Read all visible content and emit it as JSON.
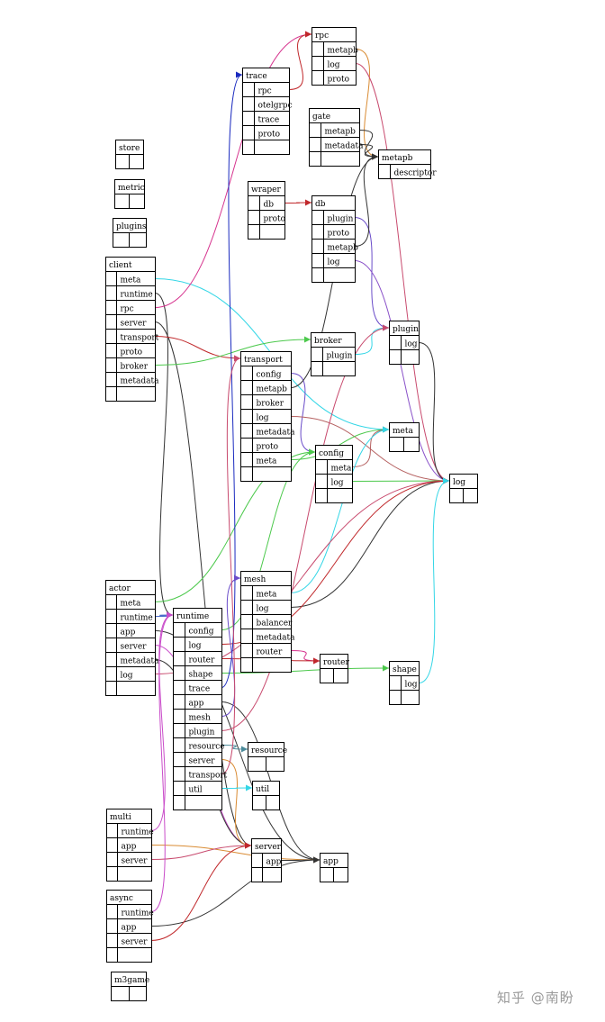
{
  "diagram": {
    "nodes": [
      {
        "id": "rpc",
        "title": "rpc",
        "fields": [
          "metapb",
          "log",
          "proto"
        ]
      },
      {
        "id": "trace",
        "title": "trace",
        "fields": [
          "rpc",
          "otelgrpc",
          "trace",
          "proto",
          ""
        ]
      },
      {
        "id": "gate",
        "title": "gate",
        "fields": [
          "metapb",
          "metadata",
          ""
        ]
      },
      {
        "id": "metapb",
        "title": "metapb",
        "fields": [
          "descriptor"
        ]
      },
      {
        "id": "store",
        "title": "store",
        "fields": [
          ""
        ]
      },
      {
        "id": "metric",
        "title": "metric",
        "fields": [
          ""
        ]
      },
      {
        "id": "plugins",
        "title": "plugins",
        "fields": [
          ""
        ]
      },
      {
        "id": "wraper",
        "title": "wraper",
        "fields": [
          "db",
          "proto",
          ""
        ]
      },
      {
        "id": "db",
        "title": "db",
        "fields": [
          "plugin",
          "proto",
          "metapb",
          "log",
          ""
        ]
      },
      {
        "id": "client",
        "title": "client",
        "fields": [
          "meta",
          "runtime",
          "rpc",
          "server",
          "transport",
          "proto",
          "broker",
          "metadata",
          ""
        ]
      },
      {
        "id": "plugin",
        "title": "plugin",
        "fields": [
          "log",
          ""
        ]
      },
      {
        "id": "broker",
        "title": "broker",
        "fields": [
          "plugin",
          ""
        ]
      },
      {
        "id": "transport",
        "title": "transport",
        "fields": [
          "config",
          "metapb",
          "broker",
          "log",
          "metadata",
          "proto",
          "meta",
          ""
        ]
      },
      {
        "id": "meta",
        "title": "meta",
        "fields": [
          ""
        ]
      },
      {
        "id": "config",
        "title": "config",
        "fields": [
          "meta",
          "log",
          ""
        ]
      },
      {
        "id": "log",
        "title": "log",
        "fields": [
          ""
        ]
      },
      {
        "id": "mesh",
        "title": "mesh",
        "fields": [
          "meta",
          "log",
          "balancer",
          "metadata",
          "router",
          ""
        ]
      },
      {
        "id": "router",
        "title": "router",
        "fields": [
          ""
        ]
      },
      {
        "id": "actor",
        "title": "actor",
        "fields": [
          "meta",
          "runtime",
          "app",
          "server",
          "metadata",
          "log",
          ""
        ]
      },
      {
        "id": "runtime",
        "title": "runtime",
        "fields": [
          "config",
          "log",
          "router",
          "shape",
          "trace",
          "app",
          "mesh",
          "plugin",
          "resource",
          "server",
          "transport",
          "util",
          ""
        ]
      },
      {
        "id": "shape",
        "title": "shape",
        "fields": [
          "log",
          ""
        ]
      },
      {
        "id": "resource",
        "title": "resource",
        "fields": [
          ""
        ]
      },
      {
        "id": "util",
        "title": "util",
        "fields": [
          ""
        ]
      },
      {
        "id": "multi",
        "title": "multi",
        "fields": [
          "runtime",
          "app",
          "server",
          ""
        ]
      },
      {
        "id": "server",
        "title": "server",
        "fields": [
          "app",
          ""
        ]
      },
      {
        "id": "app",
        "title": "app",
        "fields": [
          ""
        ]
      },
      {
        "id": "async",
        "title": "async",
        "fields": [
          "runtime",
          "app",
          "server",
          ""
        ]
      },
      {
        "id": "m3game",
        "title": "m3game",
        "fields": [
          ""
        ]
      }
    ],
    "edges": [
      {
        "from": "client.meta",
        "to": "meta",
        "color": "#33d6e6"
      },
      {
        "from": "client.runtime",
        "to": "runtime",
        "color": "#333333"
      },
      {
        "from": "client.rpc",
        "to": "rpc",
        "color": "#d6338e"
      },
      {
        "from": "client.server",
        "to": "server",
        "color": "#333333"
      },
      {
        "from": "client.transport",
        "to": "transport",
        "color": "#c0282b"
      },
      {
        "from": "client.broker",
        "to": "broker",
        "color": "#4cc94c"
      },
      {
        "from": "rpc.metapb",
        "to": "metapb",
        "color": "#d98b33"
      },
      {
        "from": "rpc.log",
        "to": "log",
        "color": "#c84a6e"
      },
      {
        "from": "trace.rpc",
        "to": "rpc",
        "color": "#c0282b"
      },
      {
        "from": "gate.metapb",
        "to": "metapb",
        "color": "#333333"
      },
      {
        "from": "gate.metadata",
        "to": "metapb",
        "color": "#333333"
      },
      {
        "from": "wraper.db",
        "to": "db",
        "color": "#c0282b"
      },
      {
        "from": "db.plugin",
        "to": "plugin",
        "color": "#6a4cc9"
      },
      {
        "from": "db.metapb",
        "to": "metapb",
        "color": "#333333"
      },
      {
        "from": "db.log",
        "to": "log",
        "color": "#8a52c9"
      },
      {
        "from": "plugin.log",
        "to": "log",
        "color": "#333333"
      },
      {
        "from": "broker.plugin",
        "to": "plugin",
        "color": "#33d6e6"
      },
      {
        "from": "transport.config",
        "to": "config",
        "color": "#6a4cc9"
      },
      {
        "from": "transport.metapb",
        "to": "metapb",
        "color": "#333333"
      },
      {
        "from": "transport.log",
        "to": "log",
        "color": "#b56060"
      },
      {
        "from": "transport.meta",
        "to": "meta",
        "color": "#4cc94c"
      },
      {
        "from": "config.meta",
        "to": "meta",
        "color": "#b56060"
      },
      {
        "from": "config.log",
        "to": "log",
        "color": "#4cc94c"
      },
      {
        "from": "mesh.meta",
        "to": "meta",
        "color": "#33d6e6"
      },
      {
        "from": "mesh.log",
        "to": "log",
        "color": "#333333"
      },
      {
        "from": "mesh.router",
        "to": "router",
        "color": "#d6338e"
      },
      {
        "from": "actor.meta",
        "to": "config",
        "color": "#4cc94c"
      },
      {
        "from": "actor.runtime",
        "to": "runtime",
        "color": "#4a6ac9"
      },
      {
        "from": "actor.app",
        "to": "app",
        "color": "#333333"
      },
      {
        "from": "actor.server",
        "to": "server",
        "color": "#c94cc9"
      },
      {
        "from": "actor.metadata",
        "to": "server",
        "color": "#333333"
      },
      {
        "from": "actor.log",
        "to": "log",
        "color": "#c84a6e"
      },
      {
        "from": "runtime.config",
        "to": "config",
        "color": "#4cc94c"
      },
      {
        "from": "runtime.log",
        "to": "log",
        "color": "#c0282b"
      },
      {
        "from": "runtime.router",
        "to": "router",
        "color": "#c0282b"
      },
      {
        "from": "runtime.shape",
        "to": "shape",
        "color": "#4cc94c"
      },
      {
        "from": "runtime.trace",
        "to": "trace",
        "color": "#1a2abf"
      },
      {
        "from": "runtime.app",
        "to": "app",
        "color": "#333333"
      },
      {
        "from": "runtime.mesh",
        "to": "mesh",
        "color": "#6a4cc9"
      },
      {
        "from": "runtime.plugin",
        "to": "plugin",
        "color": "#c84a6e"
      },
      {
        "from": "runtime.resource",
        "to": "resource",
        "color": "#4a8a9a"
      },
      {
        "from": "runtime.server",
        "to": "server",
        "color": "#d98b33"
      },
      {
        "from": "runtime.transport",
        "to": "transport",
        "color": "#c84a6e"
      },
      {
        "from": "runtime.util",
        "to": "util",
        "color": "#33d6e6"
      },
      {
        "from": "shape.log",
        "to": "log",
        "color": "#33d6e6"
      },
      {
        "from": "multi.runtime",
        "to": "runtime",
        "color": "#c94cc9"
      },
      {
        "from": "multi.app",
        "to": "app",
        "color": "#d98b33"
      },
      {
        "from": "multi.server",
        "to": "server",
        "color": "#c84a6e"
      },
      {
        "from": "server.app",
        "to": "app",
        "color": "#333333"
      },
      {
        "from": "async.runtime",
        "to": "runtime",
        "color": "#c94cc9"
      },
      {
        "from": "async.app",
        "to": "app",
        "color": "#333333"
      },
      {
        "from": "async.server",
        "to": "server",
        "color": "#c0282b"
      }
    ]
  },
  "watermark": "知乎 @南盼"
}
